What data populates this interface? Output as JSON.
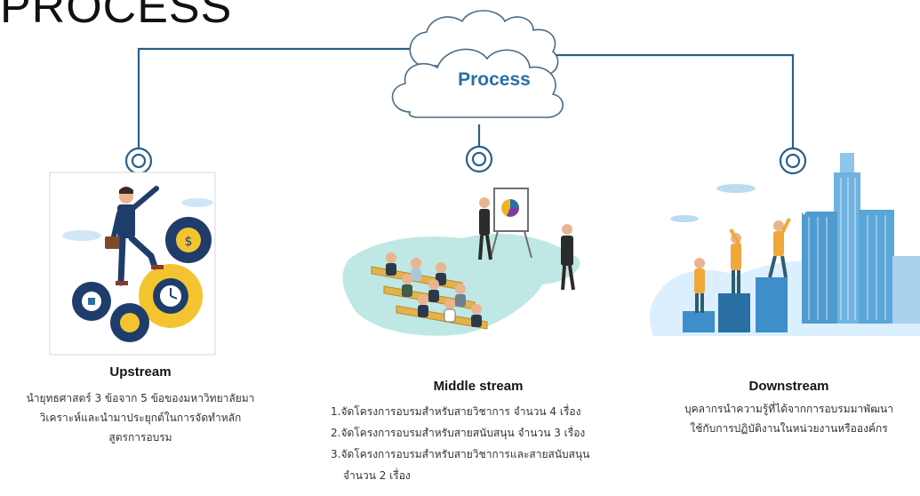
{
  "page": {
    "title": "PROCESS"
  },
  "cloud": {
    "label": "Process"
  },
  "colors": {
    "connector": "#2b5f86",
    "cloud_stroke": "#4b6b85",
    "ring": "#2b5f86",
    "accent": "#2a6fa6"
  },
  "stages": [
    {
      "title": "Upstream",
      "description_lines": [
        "นำยุทธศาสตร์ 3 ข้อจาก 5 ข้อของมหาวิทยาลัยมา",
        "วิเคราะห์และนำมาประยุกต์ในการจัดทำหลัก",
        "สูตรการอบรม"
      ],
      "illustration": "businessman-climbing-gears"
    },
    {
      "title": "Middle stream",
      "items": [
        "1.จัดโครงการอบรมสำหรับสายวิชาการ จำนวน 4 เรื่อง",
        "2.จัดโครงการอบรมสำหรับสายสนับสนุน จำนวน 3 เรื่อง",
        "3.จัดโครงการอบรมสำหรับสายวิชาการและสายสนับสนุน",
        "จำนวน 2 เรื่อง"
      ],
      "illustration": "training-seminar"
    },
    {
      "title": "Downstream",
      "description_lines": [
        "บุคลากรนำความรู้ที่ได้จากการอบรมมาพัฒนา",
        "ใช้กับการปฏิบัติงานในหน่วยงานหรือองค์กร"
      ],
      "illustration": "team-growth-city"
    }
  ]
}
